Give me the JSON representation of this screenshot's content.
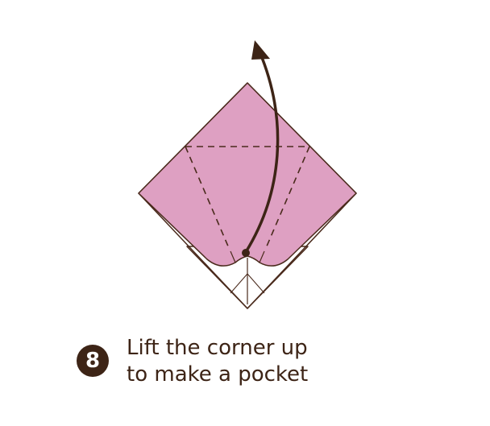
{
  "colors": {
    "paper": "#dea0c2",
    "paper_back": "#ffffff",
    "outline": "#4a2a1c",
    "arrow": "#3d2416",
    "badge": "#3d2416",
    "text": "#3d2416"
  },
  "step": {
    "number": "8",
    "lines": [
      "Lift the corner up",
      "to make a pocket"
    ]
  },
  "icons": {
    "arrow": "curved-up-arrow-icon",
    "pivot": "dot-marker"
  }
}
